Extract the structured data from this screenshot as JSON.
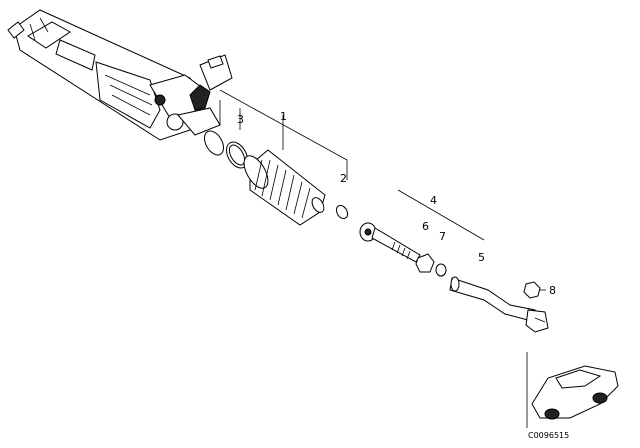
{
  "callouts": {
    "c1": "1",
    "c2": "2",
    "c3": "3",
    "c4": "4",
    "c5": "5",
    "c6": "6",
    "c7": "7",
    "c8": "8"
  },
  "diagram_code": "C0096515"
}
